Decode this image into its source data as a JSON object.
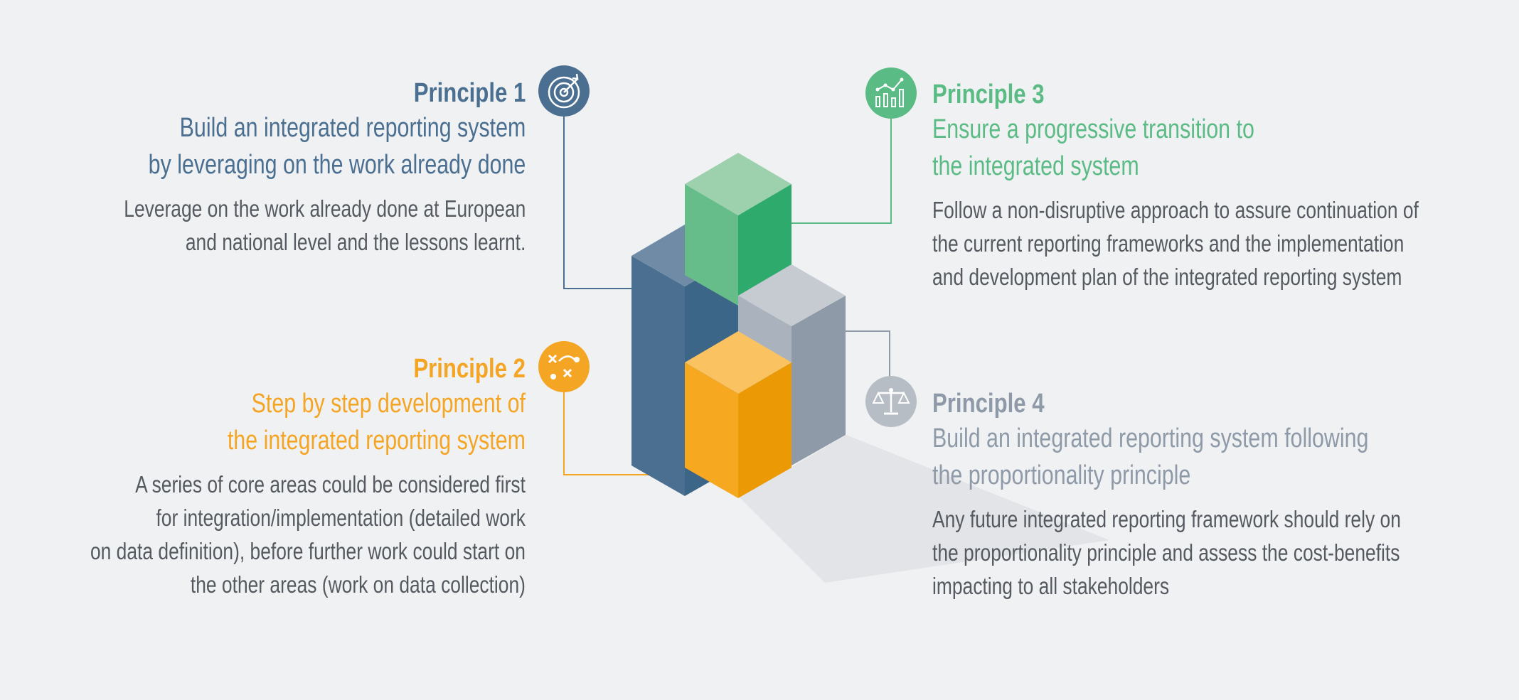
{
  "principles": [
    {
      "number": "Principle 1",
      "subtitle": [
        "Build an integrated reporting system",
        "by leveraging on the work already done"
      ],
      "description": [
        "Leverage on the work already done at European",
        "and national level and the lessons learnt."
      ],
      "icon": "target-icon",
      "color": "#4a6f90"
    },
    {
      "number": "Principle 2",
      "subtitle": [
        "Step by step development of",
        "the integrated reporting system"
      ],
      "description": [
        "A series of core areas could be considered first",
        "for integration/implementation (detailed work",
        "on data definition), before further work could start on",
        "the other areas (work on data collection)"
      ],
      "icon": "strategy-icon",
      "color": "#f5a524"
    },
    {
      "number": "Principle 3",
      "subtitle": [
        "Ensure a progressive transition to",
        "the integrated system"
      ],
      "description": [
        "Follow a non-disruptive approach to assure continuation of",
        "the current reporting frameworks and the implementation",
        "and development plan of the integrated reporting system"
      ],
      "icon": "growth-chart-icon",
      "color": "#5bbb85"
    },
    {
      "number": "Principle 4",
      "subtitle": [
        "Build an integrated reporting system following",
        "the proportionality principle"
      ],
      "description": [
        "Any future integrated reporting framework should rely on",
        "the proportionality principle and assess the cost-benefits",
        "impacting to all stakeholders"
      ],
      "icon": "balance-scale-icon",
      "color": "#8e9aa8"
    }
  ]
}
